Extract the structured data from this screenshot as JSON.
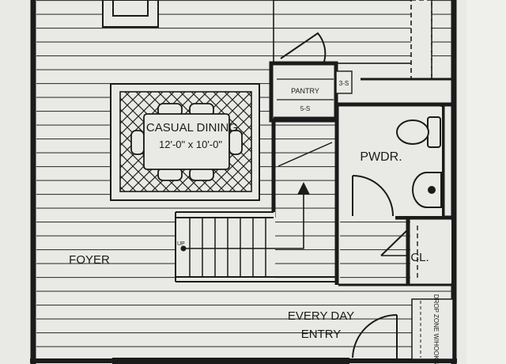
{
  "plan": {
    "rooms": {
      "casual_dining": {
        "name": "CASUAL DINING",
        "size": "12'-0\" x 10'-0\""
      },
      "pantry": {
        "name": "PANTRY",
        "shelf_top": "3-S",
        "shelf_bottom": "5-S"
      },
      "powder": {
        "name": "PWDR."
      },
      "closet": {
        "name": "CL."
      },
      "foyer": {
        "name": "FOYER"
      },
      "entry": {
        "line1": "EVERY DAY",
        "line2": "ENTRY"
      },
      "drop_zone": {
        "text": "DROP ZONE W/HOOKS"
      }
    },
    "stair": {
      "up_label": "UP"
    },
    "colors": {
      "paper": "#e9e9e6",
      "ink": "#1b1b1b",
      "floor_lines": "#3a3a3a"
    }
  }
}
